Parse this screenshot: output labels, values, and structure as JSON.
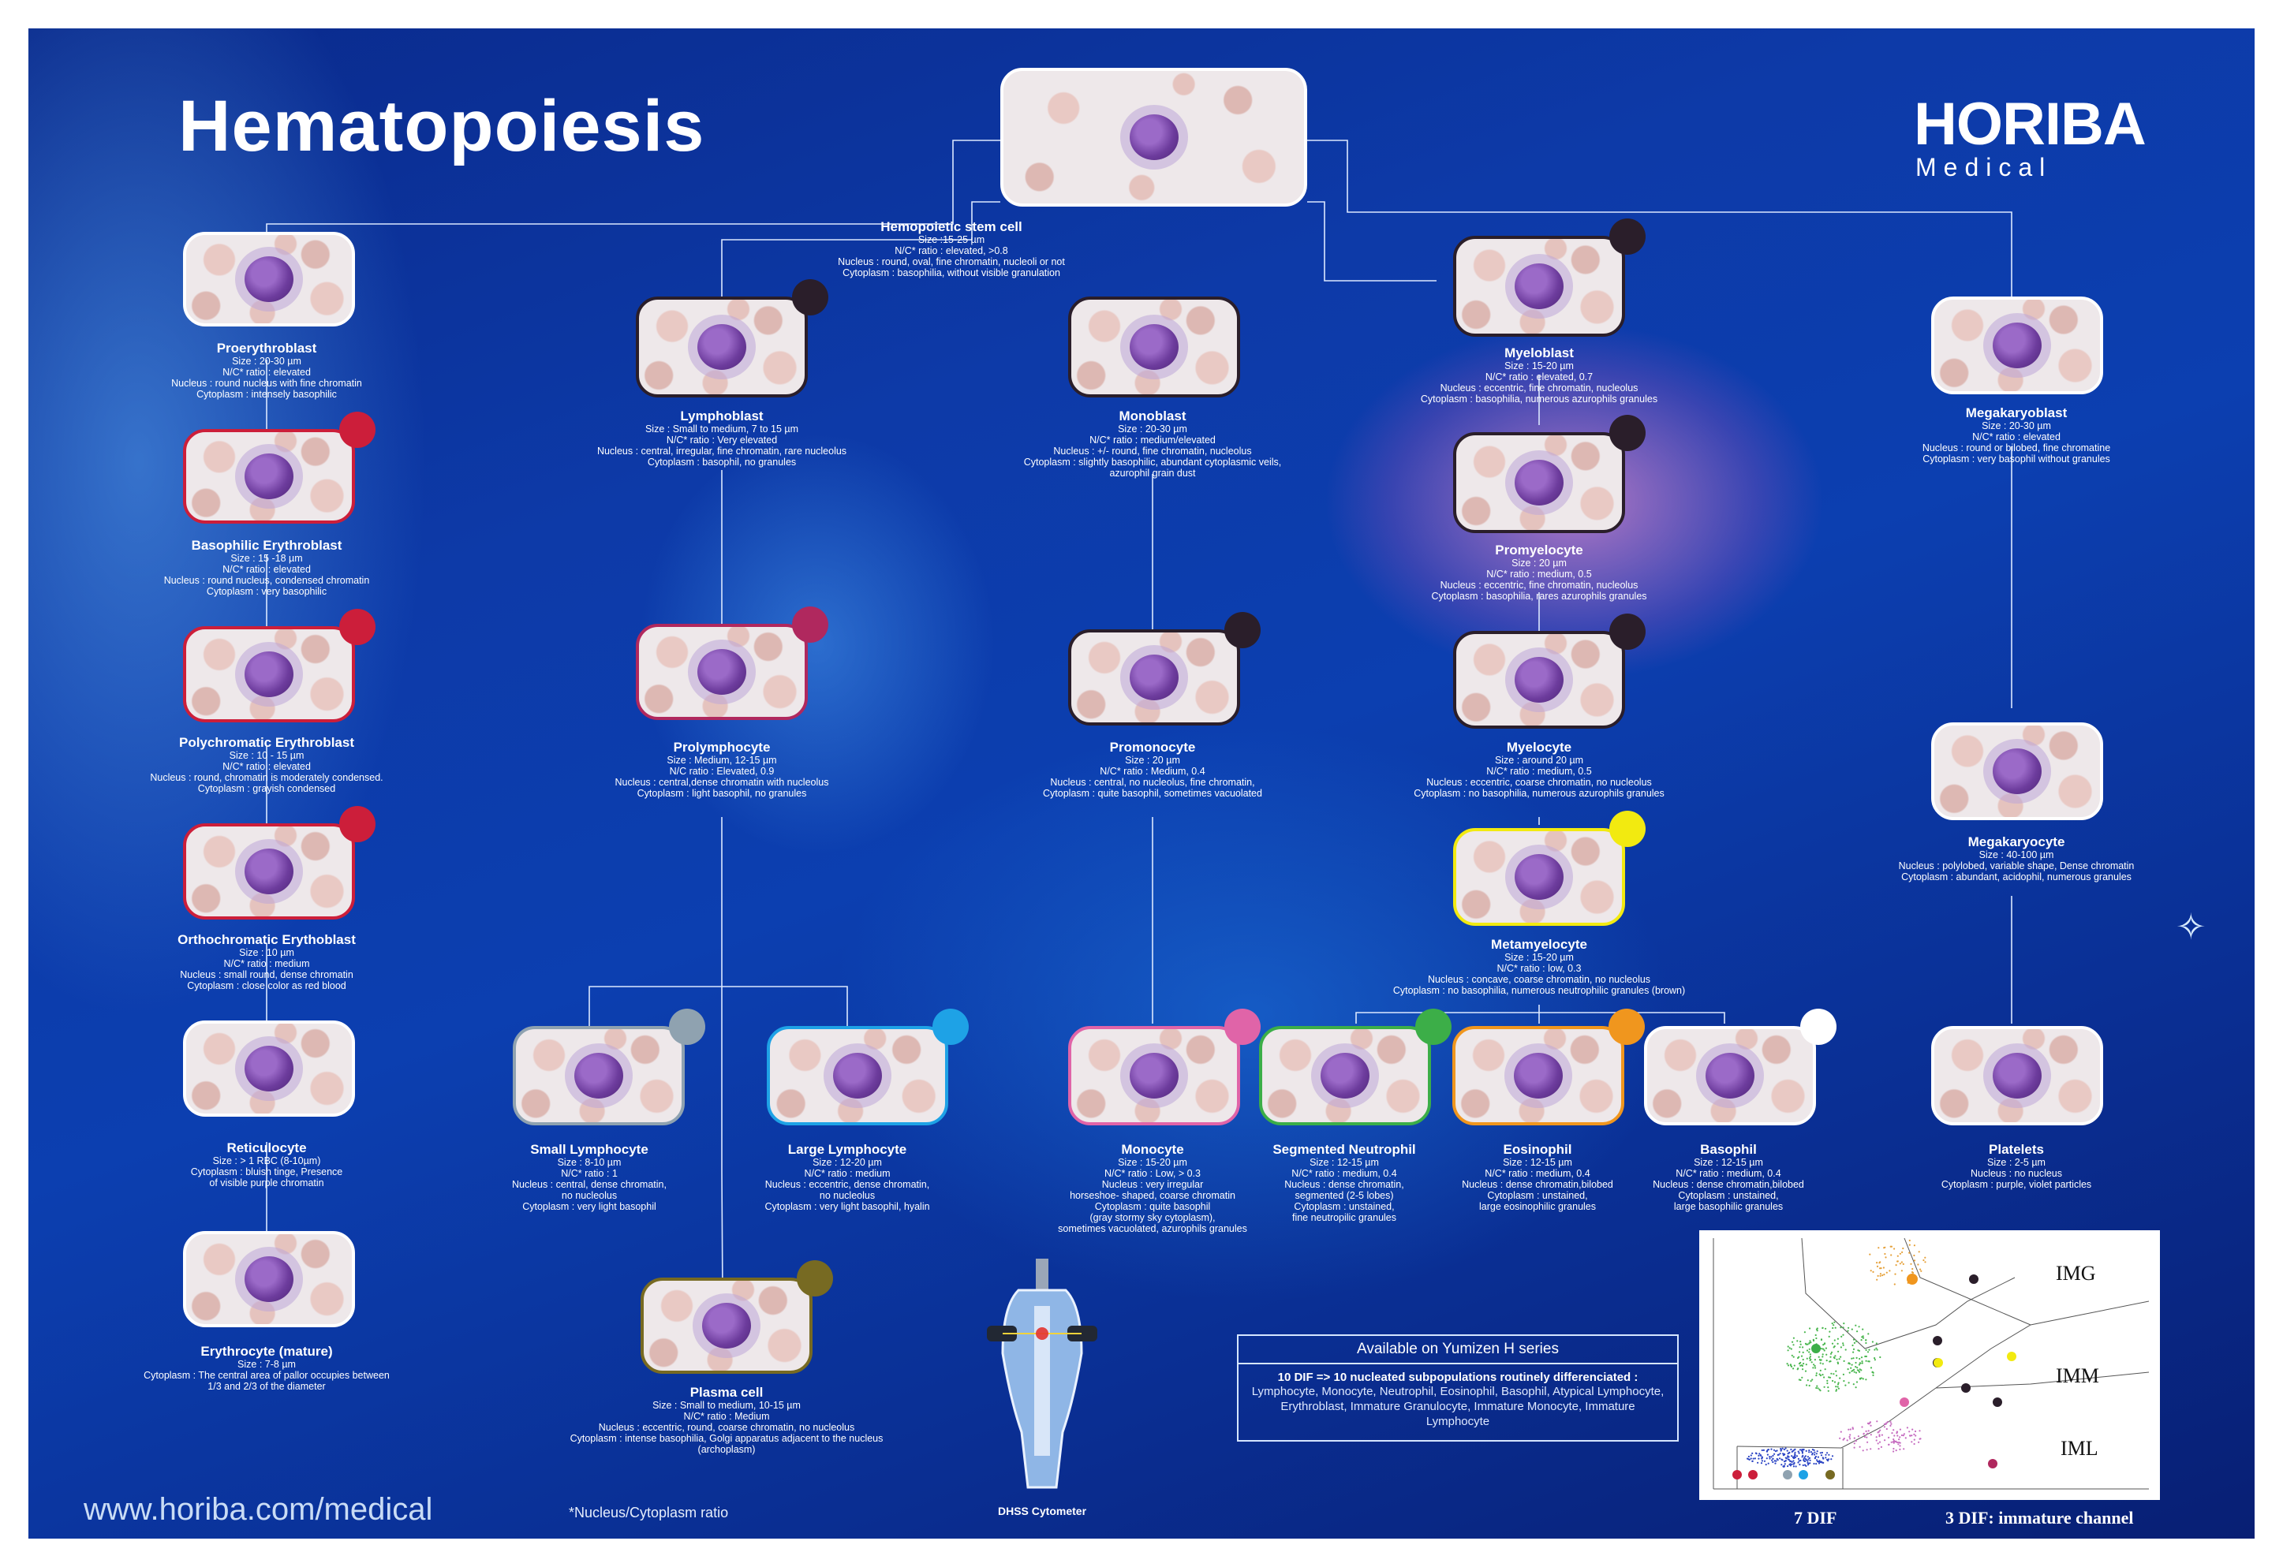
{
  "title": "Hematopoiesis",
  "brand": {
    "name": "HORIBA",
    "sub": "Medical"
  },
  "url": "www.horiba.com/medical",
  "footnote": "*Nucleus/Cytoplasm ratio",
  "badge_colors": {
    "dark": "#2a1e2a",
    "red": "#cc1e3a",
    "magenta": "#b0285e",
    "pink": "#e064a8",
    "yellow": "#f2ea10",
    "green": "#3cae48",
    "orange": "#f0961e",
    "white": "#ffffff",
    "gray": "#8fa2b0",
    "skyblue": "#1ea2e6",
    "olive": "#776a22"
  },
  "cells": [
    {
      "name": "Hemopoietic stem cell",
      "lines": [
        "Size :15-25 µm",
        "N/C* ratio : elevated, >0.8",
        "Nucleus : round, oval, fine chromatin, nucleoli or not",
        "Cytoplasm : basophilia, without visible granulation"
      ]
    },
    {
      "name": "Proerythroblast",
      "lines": [
        "Size : 20-30 µm",
        "N/C* ratio : elevated",
        "Nucleus : round nucleus with fine chromatin",
        "Cytoplasm : intensely basophilic"
      ]
    },
    {
      "name": "Basophilic Erythroblast",
      "lines": [
        "Size : 15 -18 µm",
        "N/C* ratio : elevated",
        "Nucleus : round nucleus, condensed chromatin",
        "Cytoplasm : very basophilic"
      ]
    },
    {
      "name": "Polychromatic Erythroblast",
      "lines": [
        "Size : 10 - 15 µm",
        "N/C* ratio : elevated",
        "Nucleus : round, chromatin is moderately condensed.",
        "Cytoplasm : grayish condensed"
      ]
    },
    {
      "name": "Orthochromatic Erythoblast",
      "lines": [
        "Size : 10 µm",
        "N/C* ratio : medium",
        "Nucleus : small round, dense chromatin",
        "Cytoplasm : close color as red blood"
      ]
    },
    {
      "name": "Reticulocyte",
      "lines": [
        "Size : > 1 RBC (8-10µm)",
        "Cytoplasm : bluish tinge, Presence",
        "of visible purple chromatin"
      ]
    },
    {
      "name": "Erythrocyte (mature)",
      "lines": [
        "Size : 7-8 µm",
        "Cytoplasm : The central area of pallor occupies between",
        "1/3 and 2/3 of the diameter"
      ]
    },
    {
      "name": "Lymphoblast",
      "lines": [
        "Size : Small to medium, 7 to 15 µm",
        "N/C* ratio : Very elevated",
        "Nucleus : central, irregular, fine chromatin, rare nucleolus",
        "Cytoplasm : basophil, no granules"
      ]
    },
    {
      "name": "Prolymphocyte",
      "lines": [
        "Size : Medium, 12-15 µm",
        "N/C ratio : Elevated, 0.9",
        "Nucleus : central,dense chromatin with nucleolus",
        "Cytoplasm : light basophil, no granules"
      ]
    },
    {
      "name": "Small Lymphocyte",
      "lines": [
        "Size : 8-10 µm",
        "N/C* ratio : 1",
        "Nucleus : central, dense chromatin,",
        "no nucleolus",
        "Cytoplasm : very light basophil"
      ]
    },
    {
      "name": "Large Lymphocyte",
      "lines": [
        "Size : 12-20 µm",
        "N/C* ratio : medium",
        "Nucleus : eccentric, dense chromatin,",
        "no nucleolus",
        "Cytoplasm : very light basophil,  hyalin"
      ]
    },
    {
      "name": "Plasma cell",
      "lines": [
        "Size : Small to medium, 10-15 µm",
        "N/C* ratio : Medium",
        "Nucleus : eccentric, round, coarse chromatin,  no nucleolus",
        "Cytoplasm : intense basophilia, Golgi apparatus adjacent to the nucleus (archoplasm)"
      ]
    },
    {
      "name": "Monoblast",
      "lines": [
        "Size : 20-30 µm",
        "N/C* ratio : medium/elevated",
        "Nucleus : +/- round, fine chromatin, nucleolus",
        "Cytoplasm : slightly basophilic, abundant cytoplasmic veils,",
        "azurophil grain dust"
      ]
    },
    {
      "name": "Promonocyte",
      "lines": [
        "Size : 20 µm",
        "N/C* ratio : Medium, 0.4",
        "Nucleus : central, no nucleolus, fine chromatin,",
        "Cytoplasm : quite basophil, sometimes vacuolated"
      ]
    },
    {
      "name": "Monocyte",
      "lines": [
        "Size : 15-20 µm",
        "N/C* ratio : Low, > 0.3",
        "Nucleus : very irregular",
        "horseshoe- shaped, coarse chromatin",
        "Cytoplasm : quite basophil",
        "(gray stormy sky cytoplasm),",
        "sometimes vacuolated, azurophils granules"
      ]
    },
    {
      "name": "Myeloblast",
      "lines": [
        "Size : 15-20 µm",
        "N/C* ratio : elevated, 0.7",
        "Nucleus : eccentric, fine chromatin, nucleolus",
        "Cytoplasm : basophilia, numerous azurophils granules"
      ]
    },
    {
      "name": "Promyelocyte",
      "lines": [
        "Size : 20 µm",
        "N/C* ratio :  medium, 0.5",
        "Nucleus : eccentric, fine chromatin, nucleolus",
        "Cytoplasm : basophilia, rares azurophils granules"
      ]
    },
    {
      "name": "Myelocyte",
      "lines": [
        "Size : around 20 µm",
        "N/C* ratio : medium, 0.5",
        "Nucleus : eccentric, coarse chromatin, no nucleolus",
        "Cytoplasm : no basophilia, numerous azurophils granules"
      ]
    },
    {
      "name": "Metamyelocyte",
      "lines": [
        "Size : 15-20 µm",
        "N/C* ratio : low,  0.3",
        "Nucleus : concave, coarse chromatin, no nucleolus",
        "Cytoplasm : no basophilia, numerous neutrophilic granules (brown)"
      ]
    },
    {
      "name": "Segmented Neutrophil",
      "lines": [
        "Size : 12-15 µm",
        "N/C* ratio : medium,  0.4",
        "Nucleus : dense chromatin,",
        "segmented (2-5 lobes)",
        "Cytoplasm : unstained,",
        "fine neutropilic granules"
      ]
    },
    {
      "name": "Eosinophil",
      "lines": [
        "Size : 12-15 µm",
        "N/C* ratio : medium,  0.4",
        "Nucleus : dense chromatin,bilobed",
        "Cytoplasm : unstained,",
        "large eosinophilic granules"
      ]
    },
    {
      "name": "Basophil",
      "lines": [
        "Size : 12-15 µm",
        "N/C* ratio : medium,  0.4",
        "Nucleus : dense chromatin,bilobed",
        "Cytoplasm : unstained,",
        "large basophilic granules"
      ]
    },
    {
      "name": "Megakaryoblast",
      "lines": [
        "Size : 20-30 µm",
        "N/C* ratio : elevated",
        "Nucleus : round or bilobed,  fine chromatine",
        "Cytoplasm : very basophil without granules"
      ]
    },
    {
      "name": "Megakaryocyte",
      "lines": [
        "Size : 40-100 µm",
        "Nucleus : polylobed, variable shape, Dense  chromatin",
        "Cytoplasm : abundant, acidophil, numerous granules"
      ]
    },
    {
      "name": "Platelets",
      "lines": [
        "Size : 2-5 µm",
        "Nucleus : no nucleus",
        "Cytoplasm : purple, violet particles"
      ]
    }
  ],
  "yumizen": {
    "header": "Available on Yumizen H series",
    "line1": "10 DIF => 10 nucleated subpopulations routinely differenciated :",
    "line2": "Lymphocyte, Monocyte, Neutrophil, Eosinophil, Basophil, Atypical Lymphocyte, Erythroblast, Immature Granulocyte, Immature Monocyte, Immature Lymphocyte"
  },
  "cytometer": "DHSS Cytometer",
  "scatter": {
    "zones": [
      "IMG",
      "IMM",
      "IML"
    ],
    "axis_left": "7 DIF",
    "axis_right": "3 DIF: immature channel"
  }
}
